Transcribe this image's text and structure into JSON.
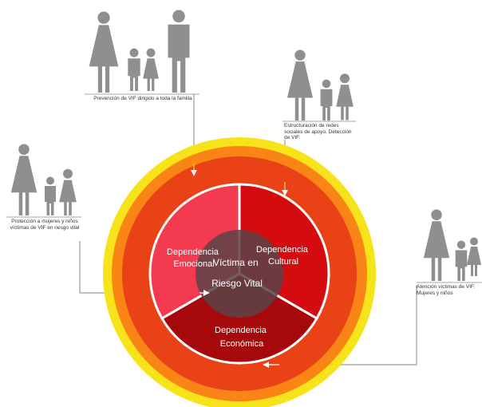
{
  "groups": [
    {
      "caption": "Prevención de VIF dirigido a toda la familia",
      "figures": [
        "woman",
        "child-boy",
        "child-girl",
        "man"
      ]
    },
    {
      "caption": "Estructuración de redes sociales de apoyo. Detección de VIF.",
      "figures": [
        "woman",
        "child-boy",
        "child-girl"
      ]
    },
    {
      "caption": "Protección a mujeres y niños víctimas de VIF en riesgo vital",
      "figures": [
        "woman",
        "child-boy",
        "child-girl"
      ]
    },
    {
      "caption": "Atención víctimas de VIF. Mujeres y niños",
      "figures": [
        "woman",
        "child-boy",
        "child-girl"
      ]
    }
  ],
  "diagram": {
    "center_line1": "Víctima en",
    "center_line2": "Riesgo Vital",
    "segments": [
      {
        "line1": "Dependencia",
        "line2": "Emocional",
        "color": "#f43a4f"
      },
      {
        "line1": "Dependencia",
        "line2": "Cultural",
        "color": "#d40c10"
      },
      {
        "line1": "Dependencia",
        "line2": "Económica",
        "color": "#a6090b"
      }
    ],
    "colors": {
      "outer_ring": "#f6e31a",
      "middle_ring": "#f88515",
      "inner_ring": "#ea4217",
      "center": "#5c4347",
      "figure": "#8f8f8f",
      "connector": "#9a9a9a"
    }
  }
}
